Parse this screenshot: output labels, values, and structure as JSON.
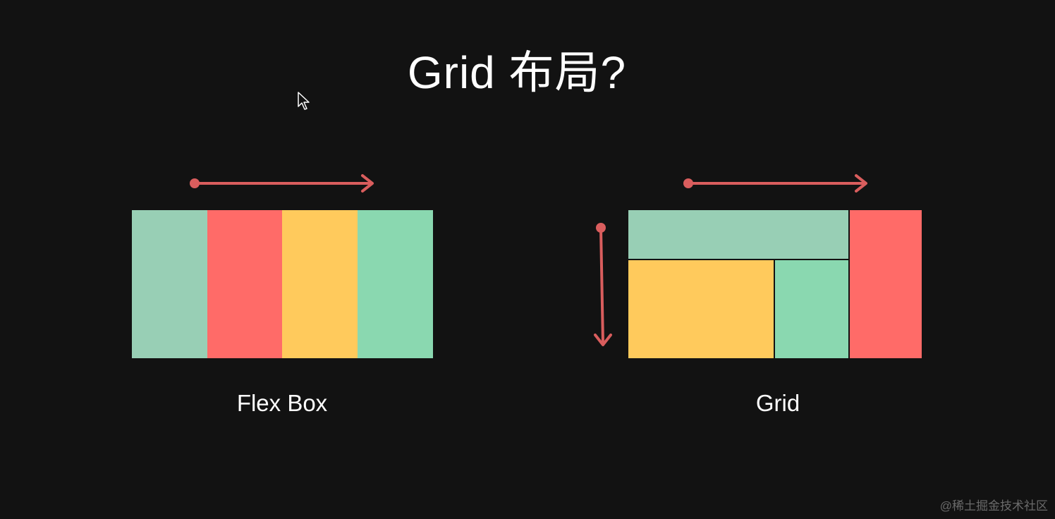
{
  "title": "Grid 布局?",
  "flexbox": {
    "label": "Flex Box",
    "cells": [
      "#98cfb5",
      "#ff6b68",
      "#ffca5c",
      "#8ad8b0"
    ]
  },
  "grid": {
    "label": "Grid",
    "cells": [
      "#98cfb5",
      "#ffca5c",
      "#8ad8b0",
      "#ff6b68"
    ]
  },
  "arrow_color": "#d95d5d",
  "watermark": "@稀土掘金技术社区"
}
